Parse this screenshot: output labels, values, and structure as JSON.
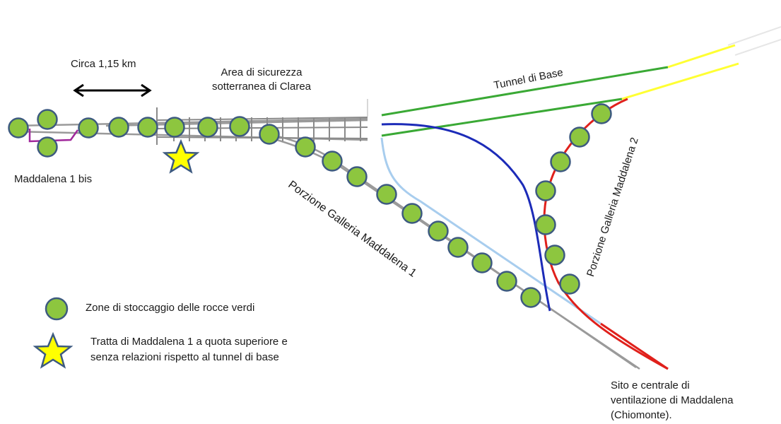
{
  "labels": {
    "distance": "Circa 1,15  km",
    "clarea_line1": "Area di sicurezza",
    "clarea_line2": "sotterranea di Clarea",
    "tunnel_base": "Tunnel di Base",
    "maddalena_bis": "Maddalena 1  bis",
    "gallery1": "Porzione Galleria Maddalena 1",
    "gallery2": "Porzione Galleria Maddalena  2",
    "site_line1": "Sito e centrale di",
    "site_line2": "ventilazione di Maddalena",
    "site_line3": "(Chiomonte)."
  },
  "legend": {
    "circle_text": "Zone di stoccaggio delle rocce verdi",
    "star_line1": "Tratta di Maddalena 1 a quota superiore e",
    "star_line2": "senza relazioni rispetto al tunnel di base"
  },
  "colors": {
    "storage_circle": "#8dc63f",
    "circle_border": "#3d5a80",
    "star_fill": "#ffff00",
    "tunnel_base": "#3aa935",
    "tunnel_end": "#ffff33",
    "blue_connector": "#1c2bb8",
    "light_blue": "#a8cdee",
    "red_gallery": "#e0201b",
    "grey_track": "#9a9a9a",
    "purple_link": "#a0279b"
  }
}
